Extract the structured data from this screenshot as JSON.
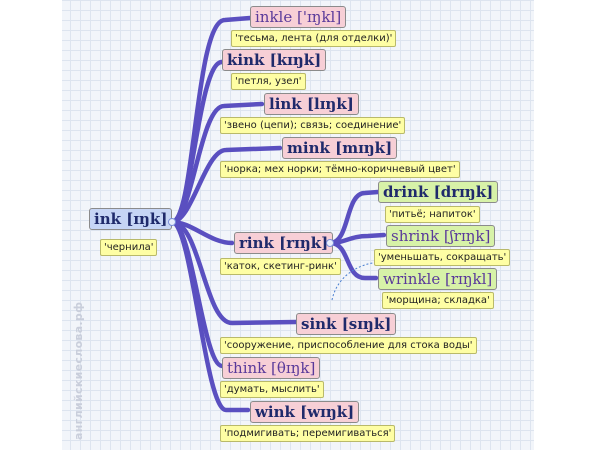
{
  "root": {
    "word": "ink",
    "ipa": "[ɪŋk]",
    "translation": "'чернила'"
  },
  "words": [
    {
      "key": "inkle",
      "word": "inkle",
      "ipa": "['ɪŋkl]",
      "translation": "'тесьма, лента (для отделки)'"
    },
    {
      "key": "kink",
      "word": "kink",
      "ipa": "[kɪŋk]",
      "translation": "'петля, узел'"
    },
    {
      "key": "link",
      "word": "link",
      "ipa": "[lɪŋk]",
      "translation": "'звено (цепи); связь; соединение'"
    },
    {
      "key": "mink",
      "word": "mink",
      "ipa": "[mɪŋk]",
      "translation": "'норка; мех норки; тёмно-коричневый цвет'"
    },
    {
      "key": "rink",
      "word": "rink",
      "ipa": "[rɪŋk]",
      "translation": "'каток, скетинг-ринк'"
    },
    {
      "key": "drink",
      "word": "drink",
      "ipa": "[drɪŋk]",
      "translation": "'питьё; напиток'"
    },
    {
      "key": "shrink",
      "word": "shrink",
      "ipa": "[ʃrɪŋk]",
      "translation": "'уменьшать, сокращать'"
    },
    {
      "key": "wrinkle",
      "word": "wrinkle",
      "ipa": "[rɪŋkl]",
      "translation": "'морщина; складка'"
    },
    {
      "key": "sink",
      "word": "sink",
      "ipa": "[sɪŋk]",
      "translation": "'сооружение, приспособление для стока воды'"
    },
    {
      "key": "think",
      "word": "think",
      "ipa": "[θɪŋk]",
      "translation": "'думать, мыслить'"
    },
    {
      "key": "wink",
      "word": "wink",
      "ipa": "[wɪŋk]",
      "translation": "'подмигивать; перемигиваться'"
    }
  ],
  "watermark": "английскиеслова.рф",
  "colors": {
    "link": "#5a4fc0",
    "pink_node": "#f7cfd6",
    "blue_node": "#c6d5f5",
    "green_node": "#d7f2a8",
    "note": "#fefea4"
  }
}
